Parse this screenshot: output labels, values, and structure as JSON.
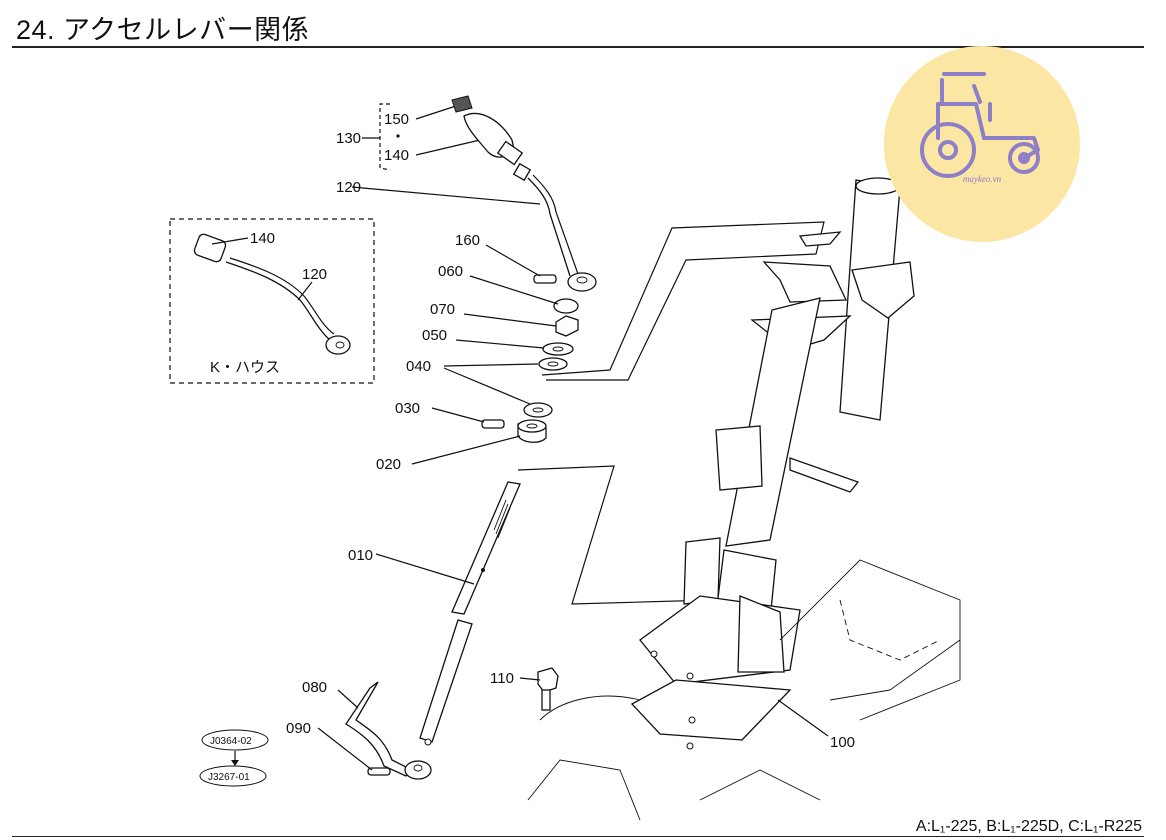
{
  "page": {
    "title": "24. アクセルレバー関係",
    "model_note": "A:L₁-225, B:L₁-225D, C:L₁-R225"
  },
  "logo": {
    "text": "maykeo.vn",
    "color": "#8e7fc9",
    "background": "#fbe6a4"
  },
  "parts": {
    "p150": "150",
    "p130": "130",
    "p140": "140",
    "p120": "120",
    "p160": "160",
    "p060": "060",
    "p070": "070",
    "p050": "050",
    "p040": "040",
    "p030": "030",
    "p020": "020",
    "p010": "010",
    "p080": "080",
    "p090": "090",
    "p110": "110",
    "p100": "100"
  },
  "inset": {
    "p140": "140",
    "p120": "120",
    "caption": "K・ハウス"
  },
  "references": {
    "ref1": "J0364-02",
    "ref2": "J3267-01"
  }
}
